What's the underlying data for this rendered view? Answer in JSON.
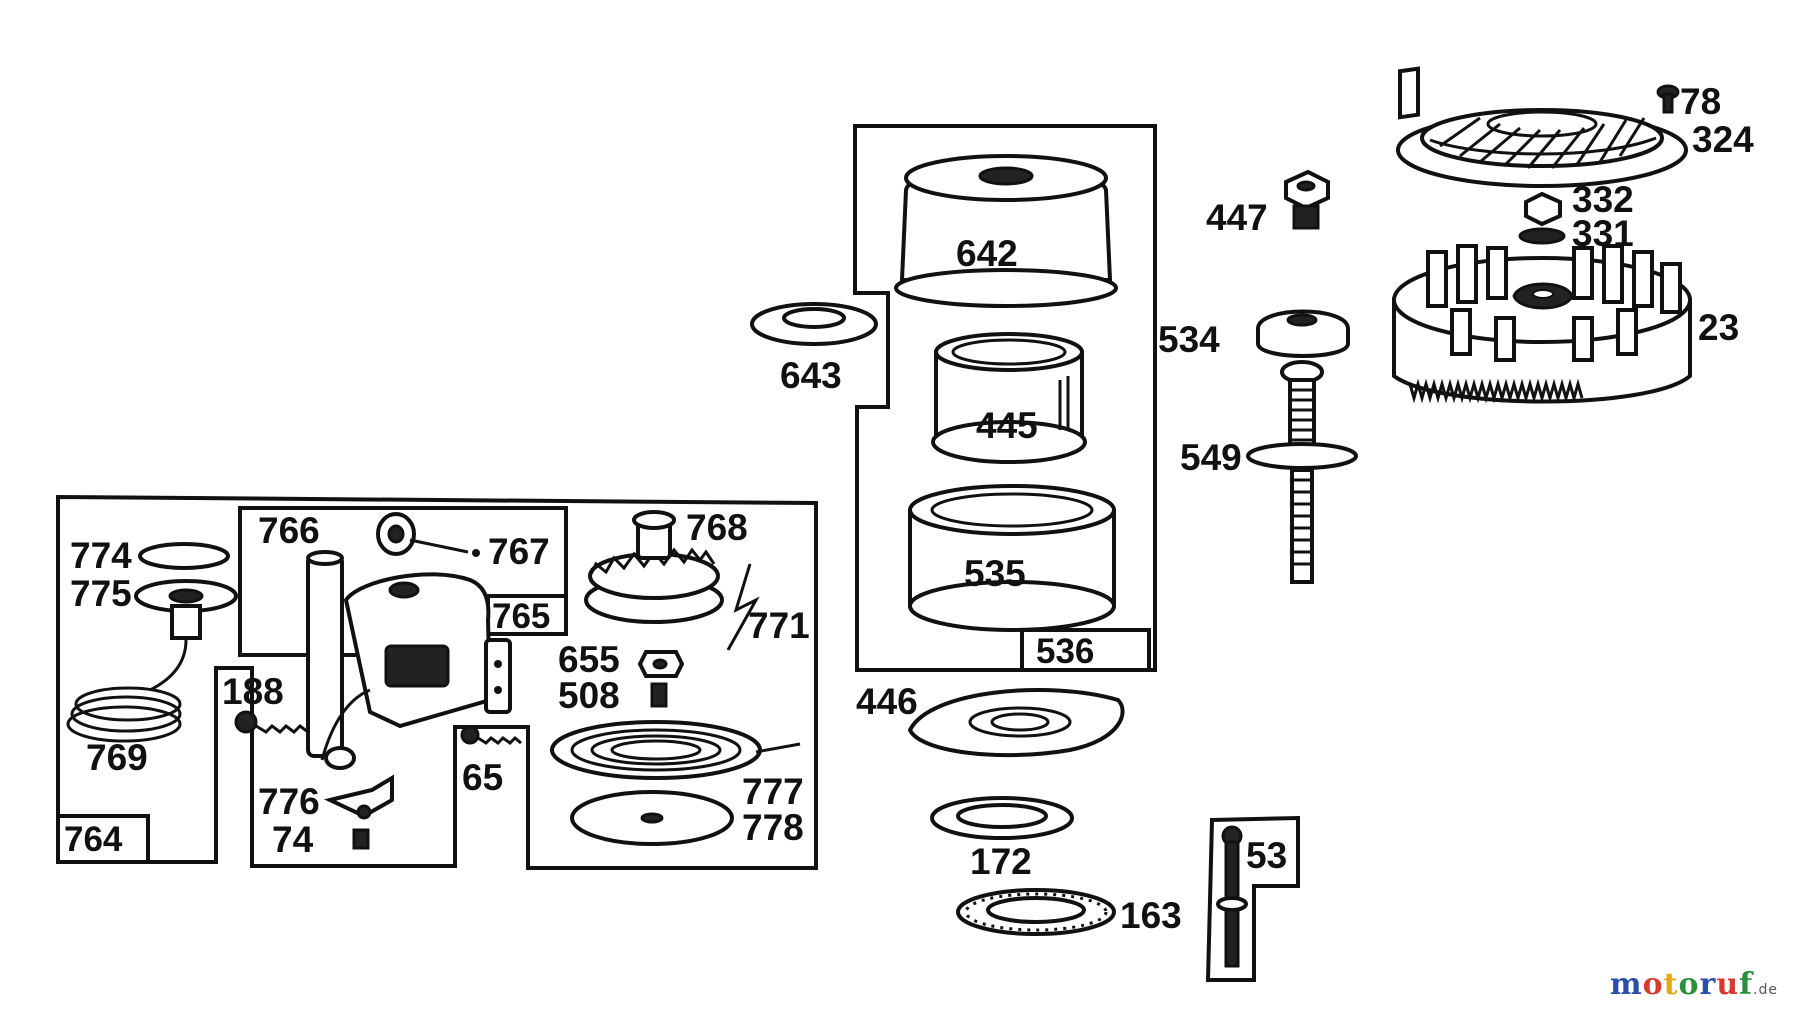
{
  "diagram": {
    "box_labels": {
      "b764": "764",
      "b765": "765",
      "b536": "536",
      "b53": "53"
    },
    "part_labels": {
      "p78": "78",
      "p324": "324",
      "p332": "332",
      "p331": "331",
      "p23": "23",
      "p447": "447",
      "p534": "534",
      "p549": "549",
      "p642": "642",
      "p643": "643",
      "p445": "445",
      "p535": "535",
      "p446": "446",
      "p172": "172",
      "p163": "163",
      "p766": "766",
      "p767": "767",
      "p768": "768",
      "p774": "774",
      "p775": "775",
      "p771": "771",
      "p655": "655",
      "p508": "508",
      "p188": "188",
      "p769": "769",
      "p65": "65",
      "p776": "776",
      "p74": "74",
      "p777": "777",
      "p778": "778"
    }
  },
  "watermark": {
    "text": "motoruf",
    "suffix": ".de",
    "colors": [
      "#2a4fa8",
      "#d43a2f",
      "#e6a517",
      "#2a8f3c",
      "#2a4fa8",
      "#d43a2f",
      "#2a8f3c"
    ]
  }
}
